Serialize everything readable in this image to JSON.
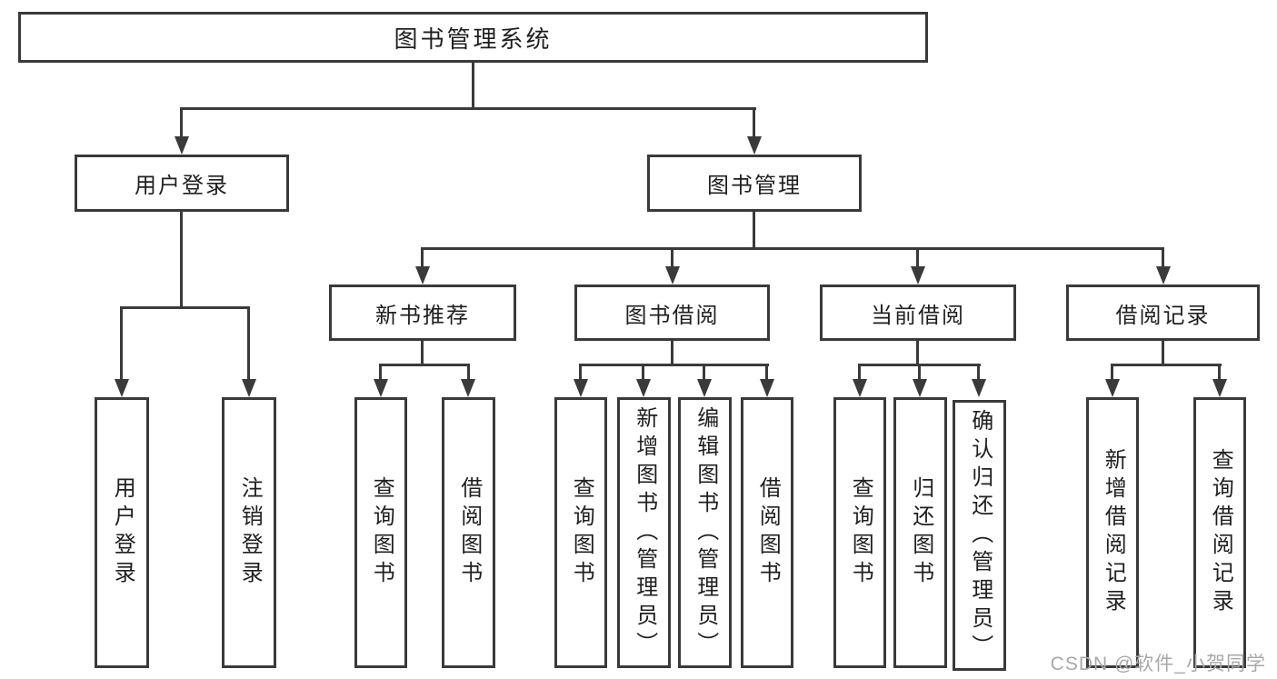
{
  "colors": {
    "line": "#3a3a3a",
    "text": "#1f1f1f",
    "watermark": "#a8a8a8",
    "background": "#ffffff"
  },
  "watermark": {
    "text": "CSDN @软件_小贺同学"
  },
  "tree": {
    "label": "图书管理系统",
    "children": [
      {
        "label": "用户登录",
        "children": [
          {
            "label": "用户登录"
          },
          {
            "label": "注销登录"
          }
        ]
      },
      {
        "label": "图书管理",
        "children": [
          {
            "label": "新书推荐",
            "children": [
              {
                "label": "查询图书"
              },
              {
                "label": "借阅图书"
              }
            ]
          },
          {
            "label": "图书借阅",
            "children": [
              {
                "label": "查询图书"
              },
              {
                "label": "新增图书（管理员）"
              },
              {
                "label": "编辑图书（管理员）"
              },
              {
                "label": "借阅图书"
              }
            ]
          },
          {
            "label": "当前借阅",
            "children": [
              {
                "label": "查询图书"
              },
              {
                "label": "归还图书"
              },
              {
                "label": "确认归还（管理员）"
              }
            ]
          },
          {
            "label": "借阅记录",
            "children": [
              {
                "label": "新增借阅记录"
              },
              {
                "label": "查询借阅记录"
              }
            ]
          }
        ]
      }
    ]
  }
}
